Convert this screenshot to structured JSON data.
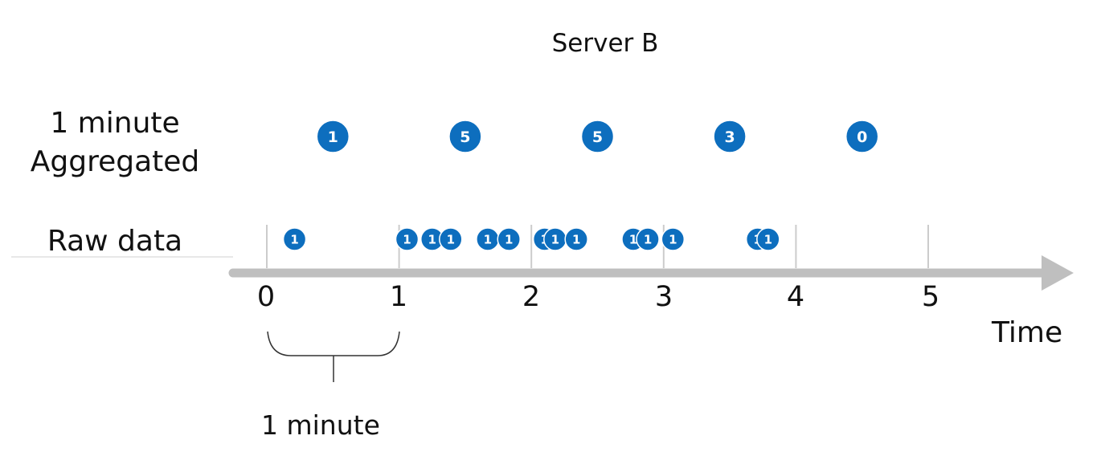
{
  "title": "Server B",
  "row_labels": {
    "aggregated": [
      "1 minute",
      "Aggregated"
    ],
    "raw": "Raw data"
  },
  "axis": {
    "label": "Time",
    "ticks": [
      "0",
      "1",
      "2",
      "3",
      "4",
      "5"
    ]
  },
  "bracket_label": "1 minute",
  "colors": {
    "marker": "#0d6ebe",
    "axis": "#bfbfbf",
    "gridline": "#cccccc"
  },
  "aggregated_counts": [
    {
      "minute": 0.5,
      "count": "1"
    },
    {
      "minute": 1.5,
      "count": "5"
    },
    {
      "minute": 2.5,
      "count": "5"
    },
    {
      "minute": 3.5,
      "count": "3"
    },
    {
      "minute": 4.5,
      "count": "0"
    }
  ],
  "raw_events": [
    {
      "t": 0.21,
      "v": "1"
    },
    {
      "t": 1.06,
      "v": "1"
    },
    {
      "t": 1.25,
      "v": "1"
    },
    {
      "t": 1.39,
      "v": "1"
    },
    {
      "t": 1.67,
      "v": "1"
    },
    {
      "t": 1.83,
      "v": "1"
    },
    {
      "t": 2.1,
      "v": "1"
    },
    {
      "t": 2.18,
      "v": "1"
    },
    {
      "t": 2.34,
      "v": "1"
    },
    {
      "t": 2.77,
      "v": "1"
    },
    {
      "t": 2.88,
      "v": "1"
    },
    {
      "t": 3.07,
      "v": "1"
    },
    {
      "t": 3.71,
      "v": "1"
    },
    {
      "t": 3.79,
      "v": "1"
    }
  ]
}
